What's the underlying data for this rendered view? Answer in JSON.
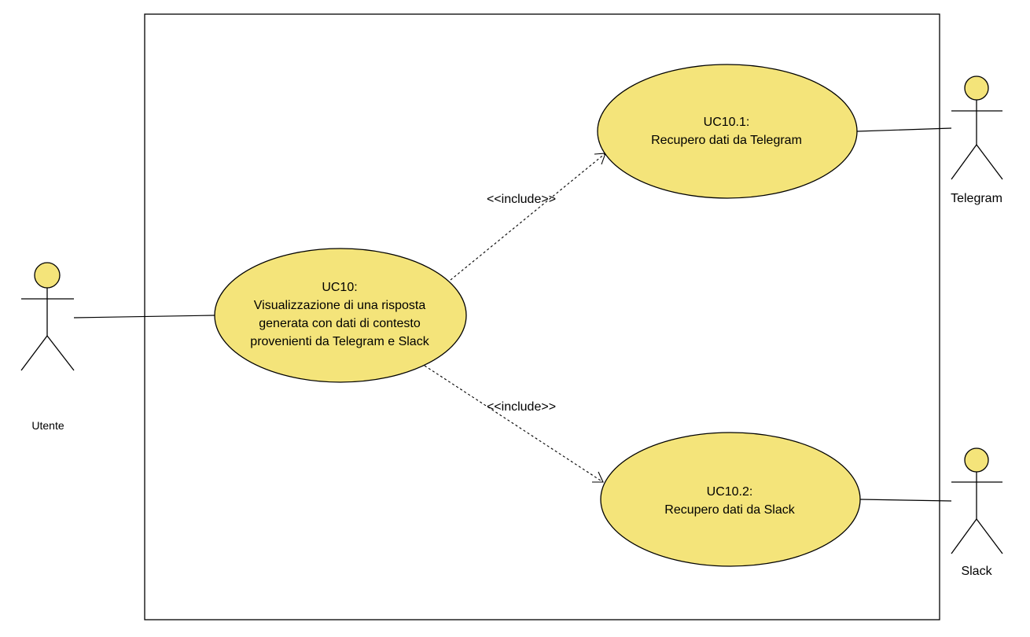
{
  "colors": {
    "usecase_fill": "#f4e47a",
    "actor_head_fill": "#f4e47a",
    "line": "#000000",
    "background": "#ffffff"
  },
  "use_cases": {
    "uc10": {
      "lines": [
        "UC10:",
        "Visualizzazione di una risposta",
        "generata con dati di contesto",
        "provenienti da Telegram e Slack"
      ]
    },
    "uc10_1": {
      "lines": [
        "UC10.1:",
        "Recupero dati da Telegram"
      ]
    },
    "uc10_2": {
      "lines": [
        "UC10.2:",
        "Recupero dati da Slack"
      ]
    }
  },
  "relations": {
    "include_telegram": "<<include>>",
    "include_slack": "<<include>>"
  },
  "actors": {
    "utente": "Utente",
    "telegram": "Telegram",
    "slack": "Slack"
  }
}
